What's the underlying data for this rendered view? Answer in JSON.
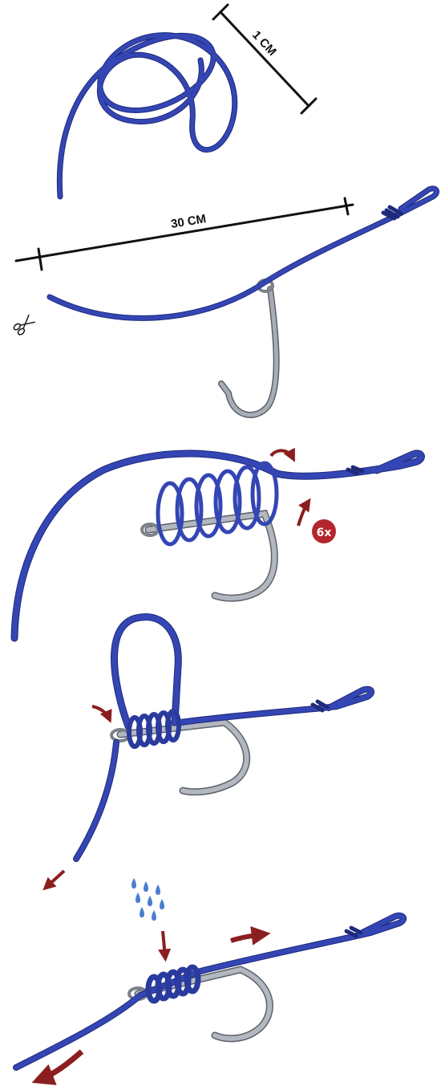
{
  "steps": [
    {
      "measure_label": "1 CM"
    },
    {
      "measure_label": "30 CM",
      "cut_icon": "scissors-icon"
    },
    {
      "badge_label": "6x"
    },
    {},
    {
      "wet_icon": "water-drops-icon"
    }
  ],
  "colors": {
    "line": "#3446b4",
    "line_dark": "#1f2a7a",
    "line_light": "#6f80e0",
    "hook": "#9aa0a8",
    "hook_dark": "#5d6168",
    "arrow": "#8b1f1f",
    "badge": "#b3262c",
    "drop": "#4a7fd0"
  }
}
